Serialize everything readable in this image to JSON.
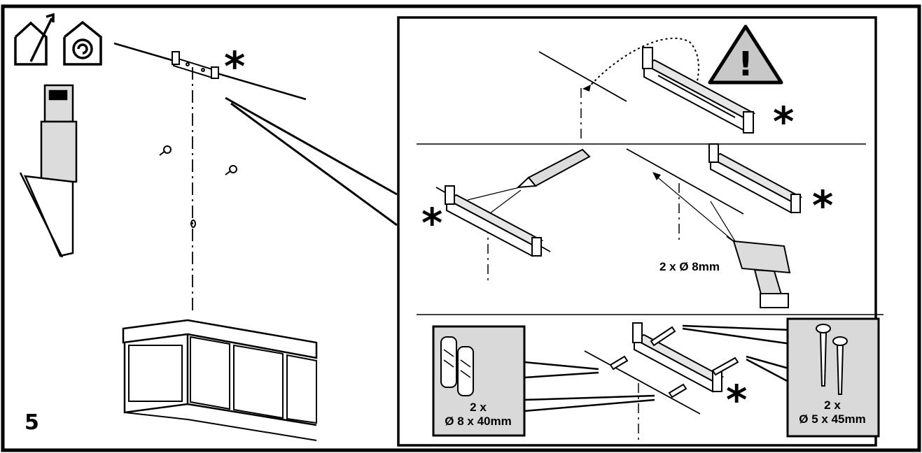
{
  "step_number": "5",
  "drill_label": "2 x Ø 8mm",
  "wall_plugs": {
    "count": "2 x",
    "size": "Ø 8 x 40mm"
  },
  "screws": {
    "count": "2 x",
    "size": "Ø 5 x 45mm"
  },
  "asterisk": "*",
  "warning_mark": "!",
  "colors": {
    "line": "#000000",
    "panel_fill": "#d9d9d9",
    "warning_fill": "#c8c8c8",
    "hood_fill": "#dcdcdc"
  },
  "icons": [
    "house-chimney-vent-icon",
    "house-recirculation-icon",
    "warning-triangle-icon",
    "pencil-icon",
    "drill-icon"
  ]
}
